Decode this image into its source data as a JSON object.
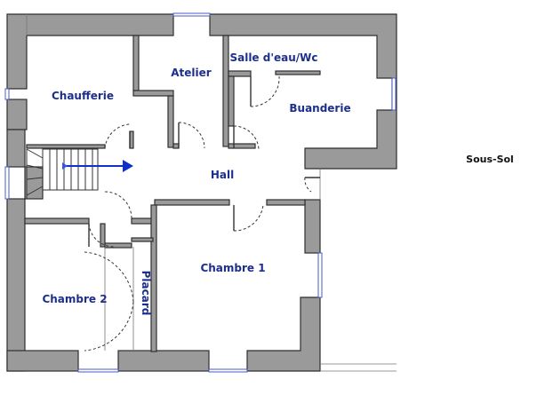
{
  "plan": {
    "level": "Sous-Sol",
    "rooms": {
      "chaufferie": "Chaufferie",
      "atelier": "Atelier",
      "salle_eau": "Salle d'eau/Wc",
      "buanderie": "Buanderie",
      "hall": "Hall",
      "chambre1": "Chambre 1",
      "chambre2": "Chambre 2",
      "placard": "Placard"
    },
    "colors": {
      "wall": "#9a9a9a",
      "label": "#1c2f8c",
      "arrow": "#1030c8",
      "window": "#4b5cc4"
    },
    "icons": [
      "stair-icon",
      "direction-arrow-icon",
      "door-swing-icon"
    ]
  }
}
